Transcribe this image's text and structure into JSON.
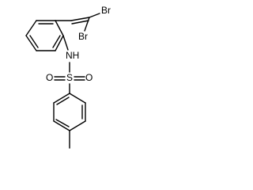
{
  "molecule": {
    "atoms": {
      "br_top": "Br",
      "br_lower": "Br",
      "nh": "NH",
      "sulfur": "S",
      "oxygen_left": "O",
      "oxygen_right": "O"
    }
  }
}
